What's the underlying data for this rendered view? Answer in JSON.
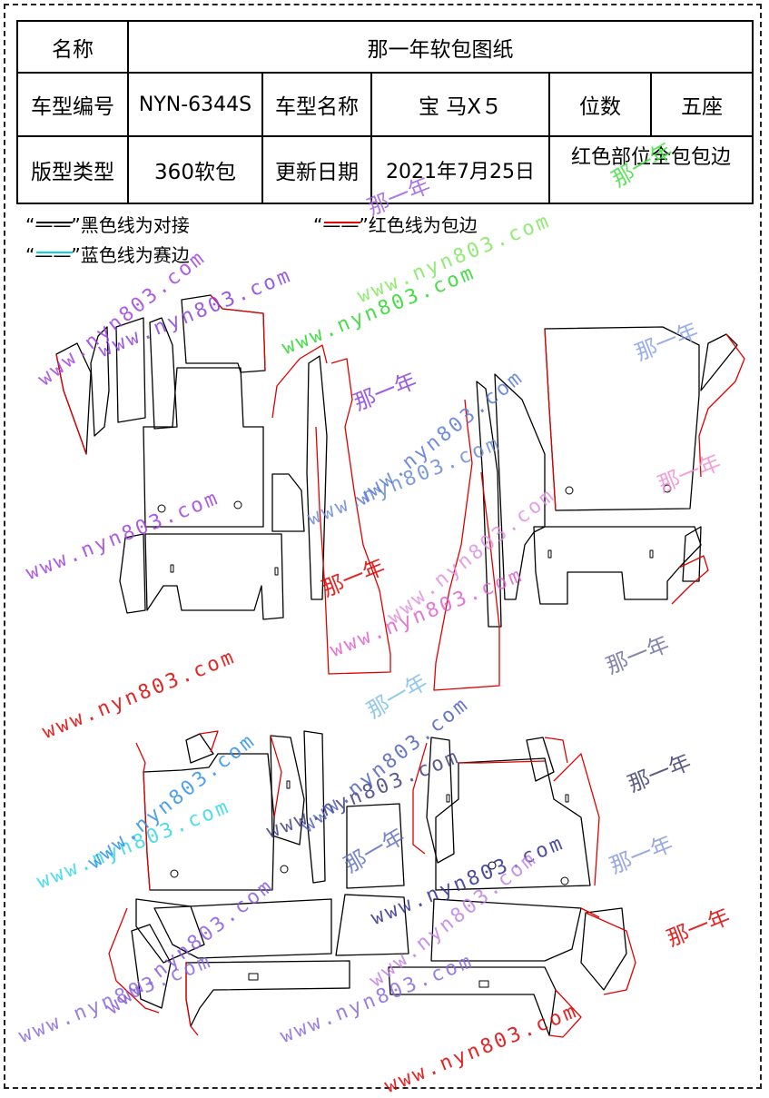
{
  "header": {
    "name_label": "名称",
    "title": "那一年软包图纸",
    "model_code_label": "车型编号",
    "model_code": "NYN-6344S",
    "model_name_label": "车型名称",
    "model_name": "宝 马X５",
    "seats_label": "位数",
    "seats": "五座",
    "pattern_type_label": "版型类型",
    "pattern_type": "360软包",
    "update_label": "更新日期",
    "update_date": "2021年7月25日",
    "note": "红色部位全包包边"
  },
  "legend": {
    "black": "“——”黑色线为对接",
    "red": "“——”红色线为包边",
    "cyan": "“——”蓝色线为赛边",
    "black_color": "#000000",
    "red_color": "#e00000",
    "cyan_color": "#00d8e8"
  },
  "watermarks": {
    "site": "www.nyn803.com",
    "brand": "那一年"
  }
}
